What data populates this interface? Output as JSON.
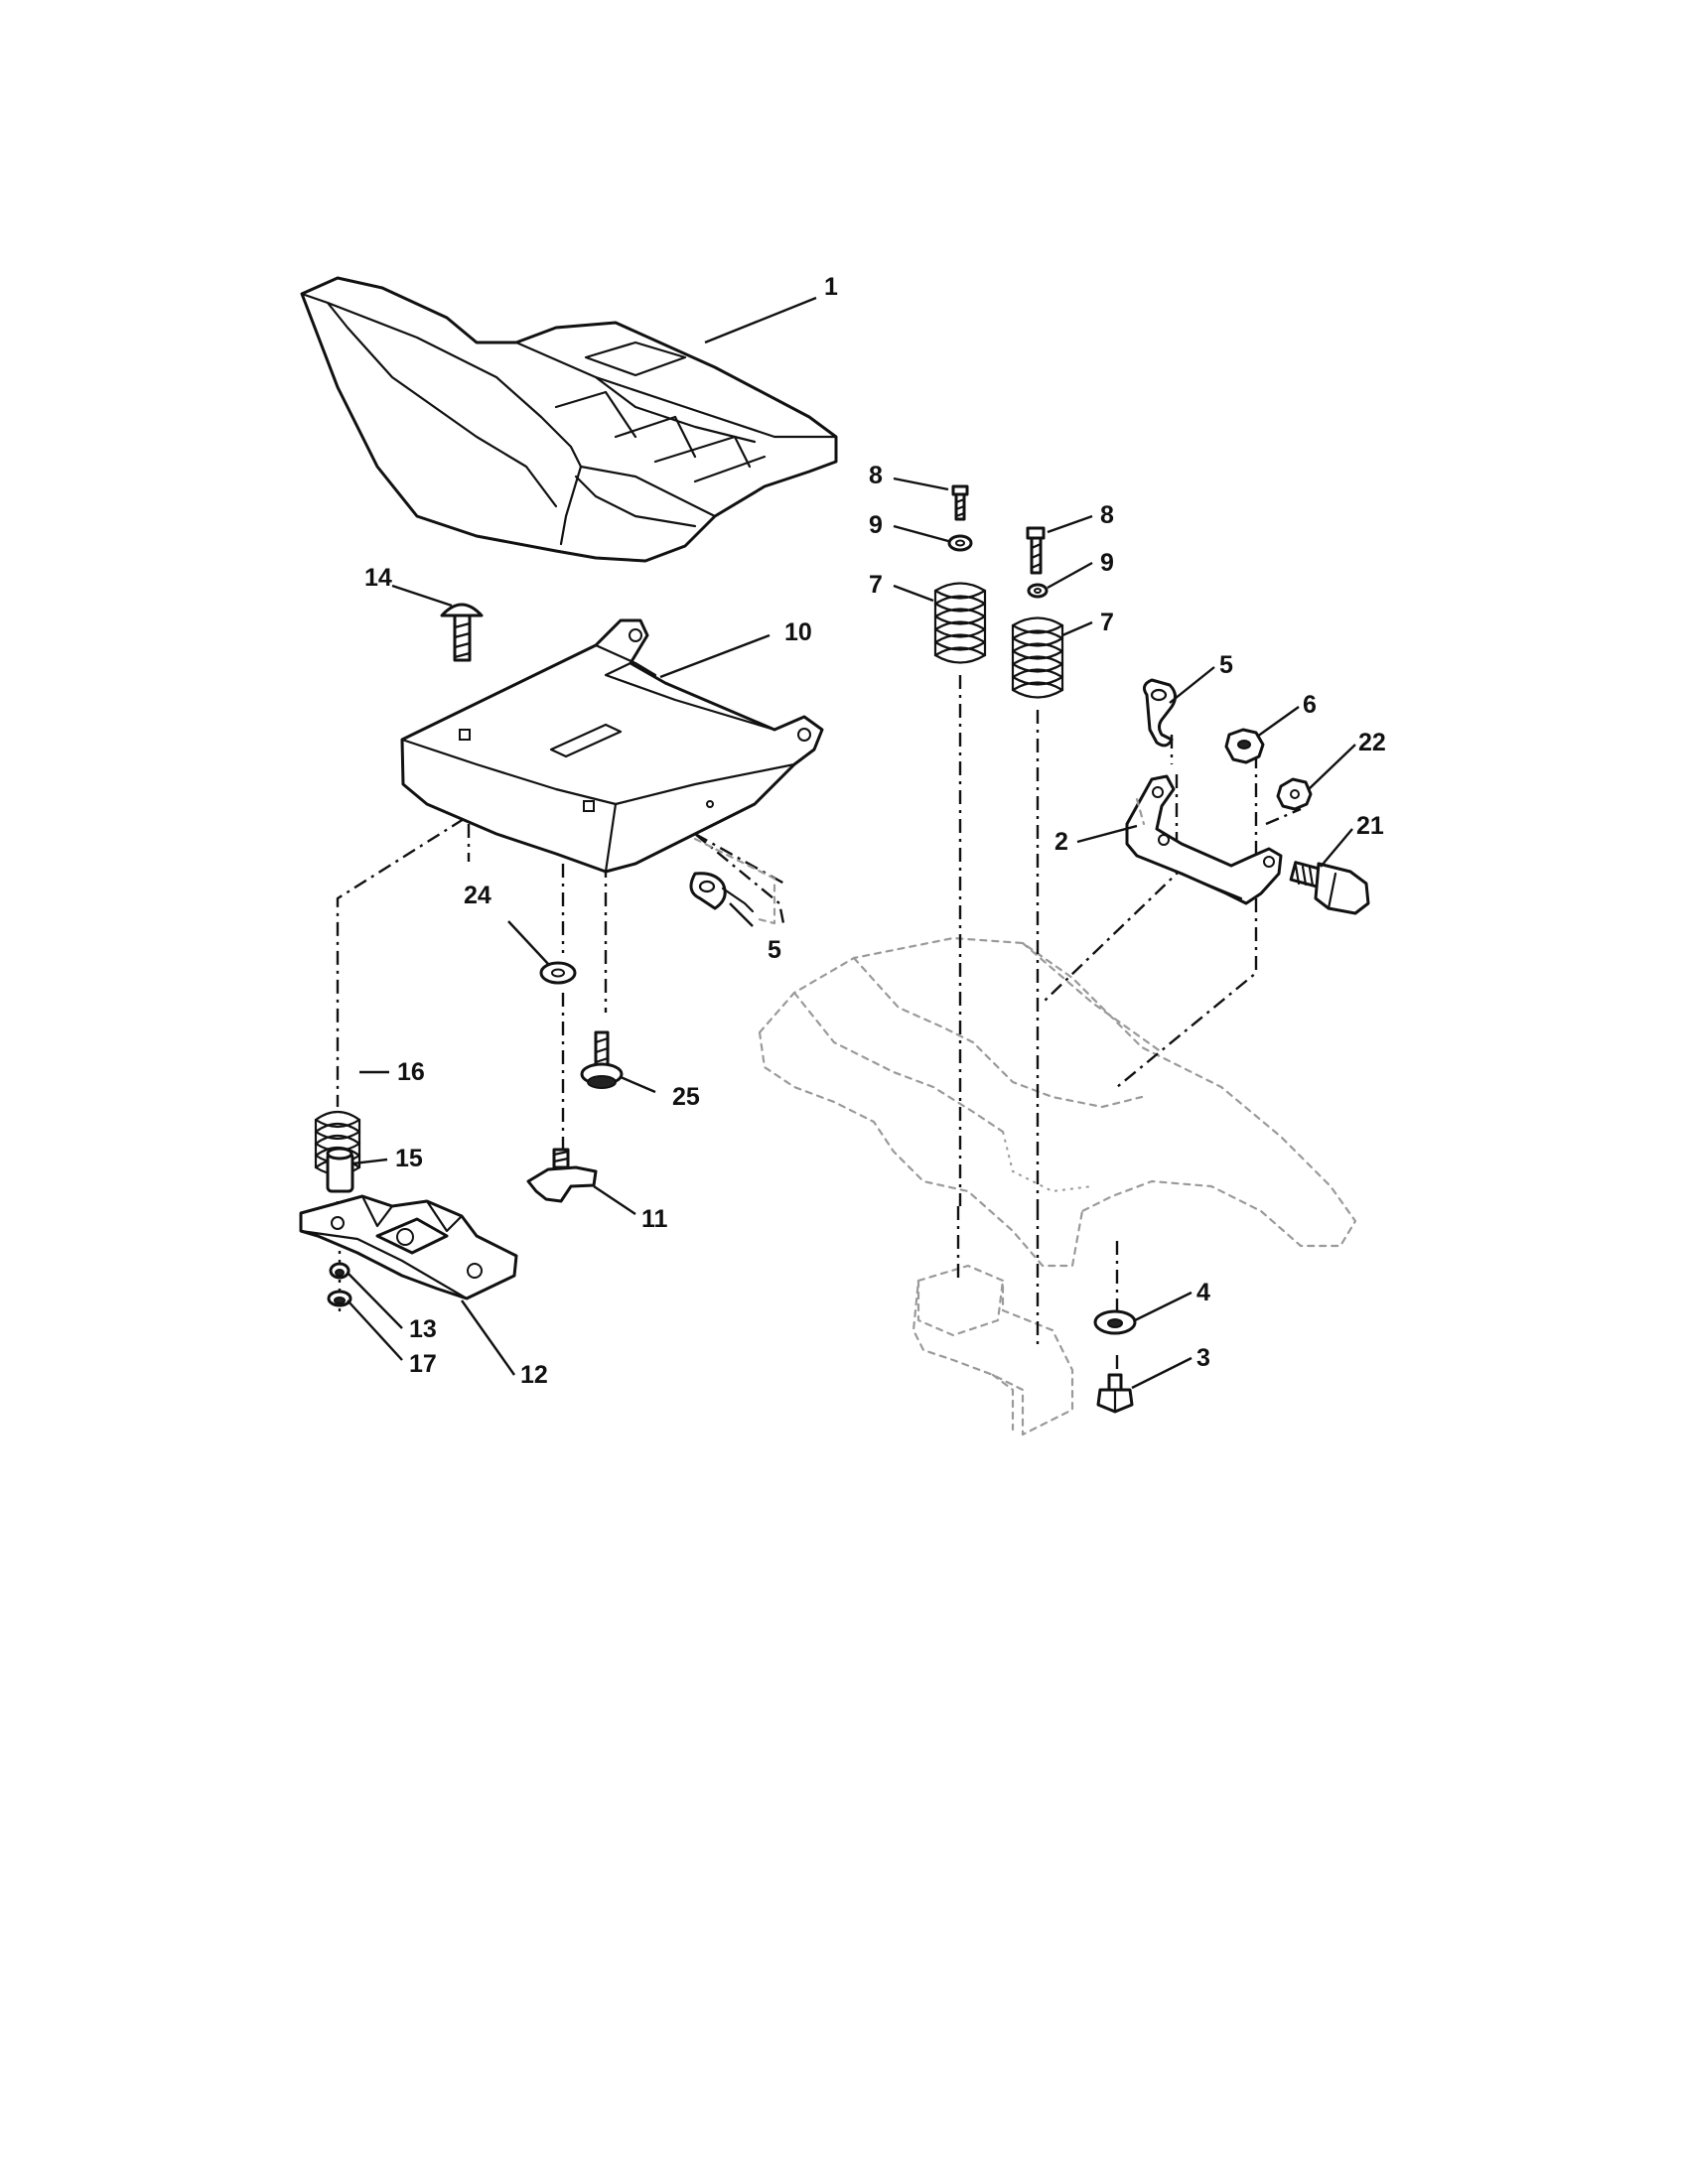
{
  "diagram": {
    "type": "exploded-parts-diagram",
    "callouts": {
      "seat": "1",
      "bracket_2": "2",
      "bolt_3": "3",
      "washer_4": "4",
      "clip_5_right": "5",
      "clip_5_left": "5",
      "nut_6": "6",
      "spring_7_left": "7",
      "spring_7_right": "7",
      "bolt_8_left": "8",
      "bolt_8_right": "8",
      "washer_9_left": "9",
      "washer_9_right": "9",
      "seat_pan_10": "10",
      "knob_11": "11",
      "slide_plate_12": "12",
      "nut_13": "13",
      "carriage_bolt_14": "14",
      "spacer_15": "15",
      "spring_16": "16",
      "washer_17": "17",
      "bolt_21": "21",
      "nut_22": "22",
      "washer_24": "24",
      "bolt_25": "25"
    },
    "colors": {
      "line": "#111111",
      "phantom": "#9a9a9a",
      "background": "#ffffff"
    }
  }
}
